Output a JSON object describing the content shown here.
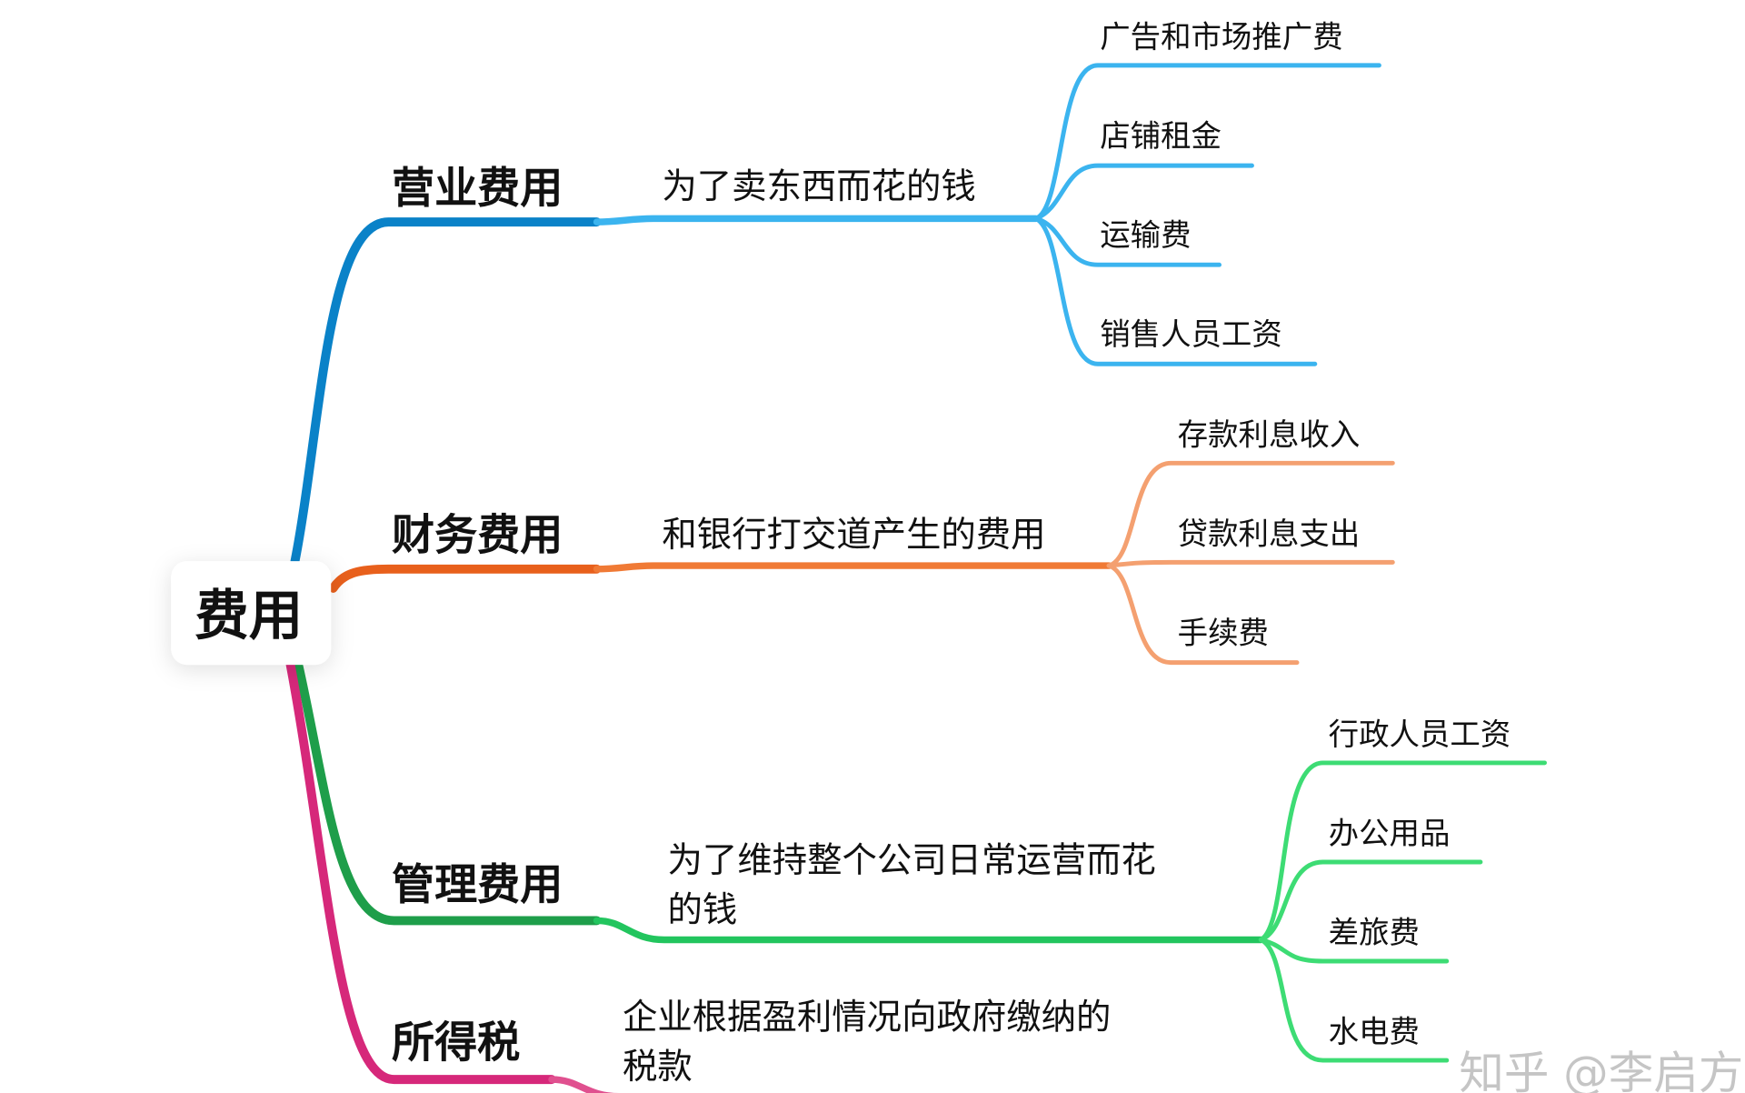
{
  "root": "费用",
  "colors": {
    "sales": "#3bb4ef",
    "finance": "#f07a35",
    "admin": "#22c55e",
    "tax": "#e0508f"
  },
  "branches": [
    {
      "label": "营业费用",
      "desc": [
        "为了卖东西而花的钱"
      ],
      "children": [
        "广告和市场推广费",
        "店铺租金",
        "运输费",
        "销售人员工资"
      ]
    },
    {
      "label": "财务费用",
      "desc": [
        "和银行打交道产生的费用"
      ],
      "children": [
        "存款利息收入",
        "贷款利息支出",
        "手续费"
      ]
    },
    {
      "label": "管理费用",
      "desc": [
        "为了维持整个公司日常运营而花",
        "的钱"
      ],
      "children": [
        "行政人员工资",
        "办公用品",
        "差旅费",
        "水电费"
      ]
    },
    {
      "label": "所得税",
      "desc": [
        "企业根据盈利情况向政府缴纳的",
        "税款"
      ],
      "children": []
    }
  ],
  "watermark": "知乎 @李启方"
}
